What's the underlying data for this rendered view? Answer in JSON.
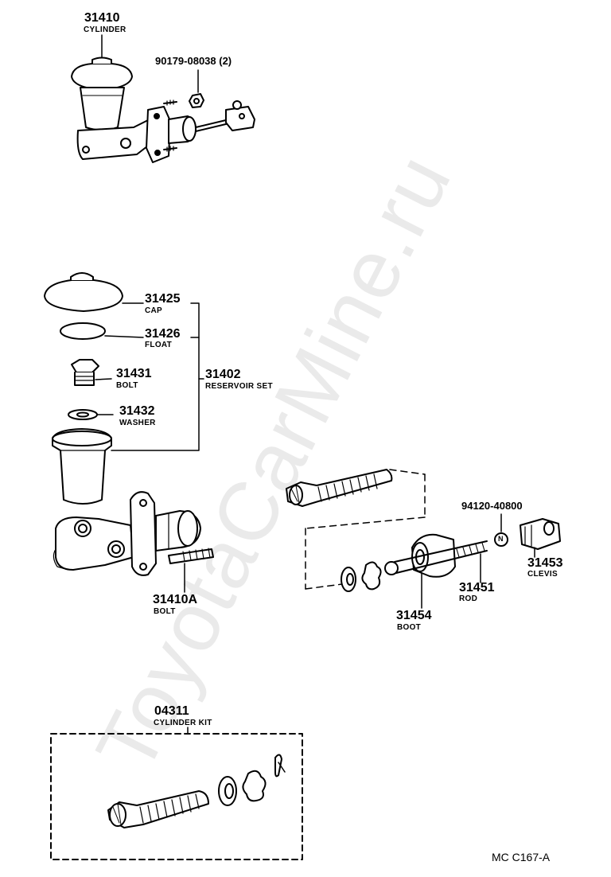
{
  "watermark": "ToyotaCarMine.ru",
  "diagram_code": "MC C167-A",
  "colors": {
    "ink": "#000000",
    "watermark": "#eaeaea",
    "background": "#ffffff"
  },
  "parts": {
    "cylinder": {
      "number": "31410",
      "name": "CYLINDER"
    },
    "nut": {
      "number": "90179-08038 (2)"
    },
    "cap": {
      "number": "31425",
      "name": "CAP"
    },
    "float": {
      "number": "31426",
      "name": "FLOAT"
    },
    "bolt": {
      "number": "31431",
      "name": "BOLT"
    },
    "washer": {
      "number": "31432",
      "name": "WASHER"
    },
    "reservoir_set": {
      "number": "31402",
      "name": "RESERVOIR SET"
    },
    "stud_bolt": {
      "number": "31410A",
      "name": "BOLT"
    },
    "clip": {
      "number": "94120-40800"
    },
    "clevis": {
      "number": "31453",
      "name": "CLEVIS"
    },
    "rod": {
      "number": "31451",
      "name": "ROD"
    },
    "boot": {
      "number": "31454",
      "name": "BOOT"
    },
    "cylinder_kit": {
      "number": "04311",
      "name": "CYLINDER KIT"
    }
  }
}
